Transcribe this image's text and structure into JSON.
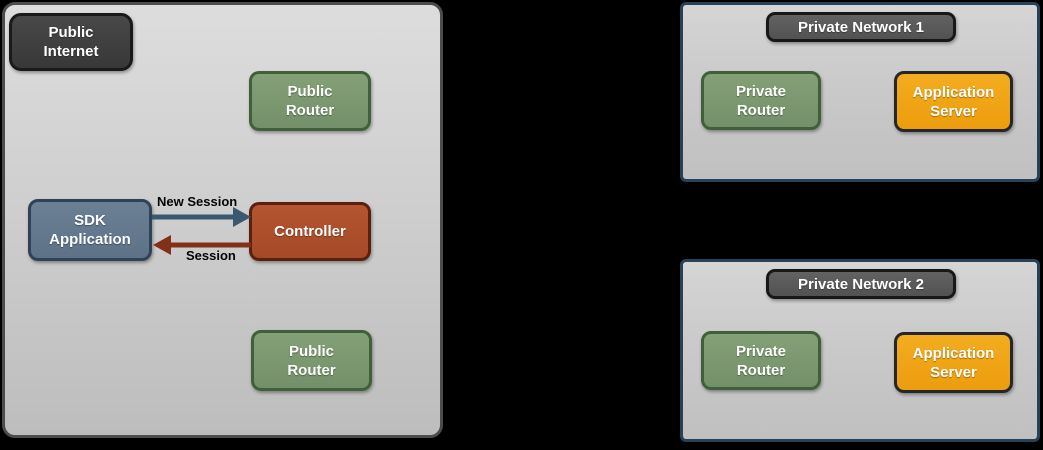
{
  "public_internet": {
    "title": "Public Internet",
    "public_router_top": "Public Router",
    "sdk_application": "SDK Application",
    "controller": "Controller",
    "public_router_bottom": "Public Router",
    "new_session_label": "New Session",
    "session_label": "Session"
  },
  "private_network_1": {
    "title": "Private Network 1",
    "private_router": "Private Router",
    "application_server": "Application Server"
  },
  "private_network_2": {
    "title": "Private Network 2",
    "private_router": "Private Router",
    "application_server": "Application Server"
  },
  "colors": {
    "background": "#000000",
    "zone_fill": "#cfcfcf",
    "public_zone_border": "#4c4c4c",
    "private_zone_border": "#264259",
    "dark_label_fill": "#3e3e3e",
    "network_title_fill": "#5a5a5a",
    "router_green_fill": "#7b9670",
    "router_green_border": "#415f3a",
    "sdk_slate_fill": "#63788d",
    "sdk_slate_border": "#2f4257",
    "controller_rust_fill": "#ac4e2b",
    "controller_rust_border": "#5a200f",
    "app_server_orange_fill": "#f0a318",
    "app_server_orange_border": "#262626",
    "new_session_arrow": "#3b5871",
    "session_arrow": "#83301a"
  }
}
